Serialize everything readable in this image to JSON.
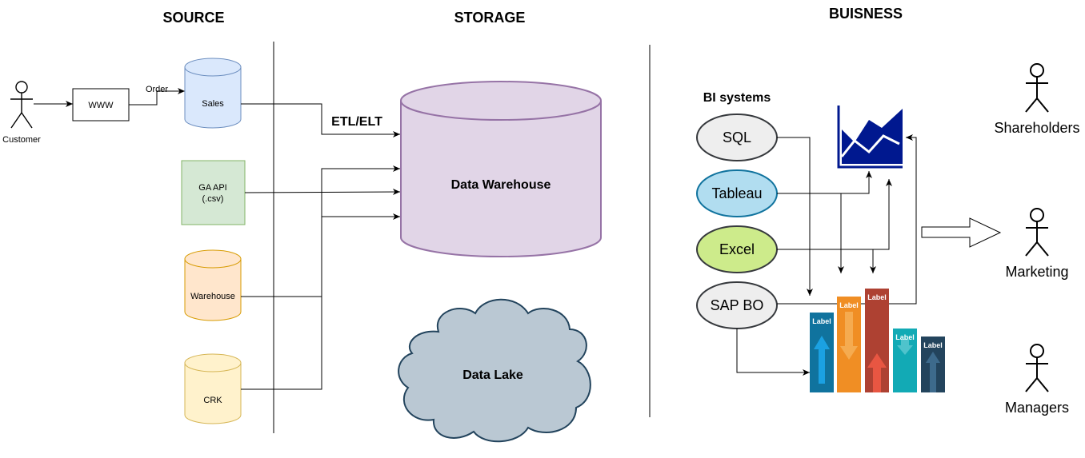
{
  "sections": {
    "source": "SOURCE",
    "storage": "STORAGE",
    "business": "BUISNESS"
  },
  "source": {
    "customer": "Customer",
    "www": "WWW",
    "order": "Order",
    "sales": "Sales",
    "ga_api_line1": "GA API",
    "ga_api_line2": "(.csv)",
    "warehouse": "Warehouse",
    "crk": "CRK"
  },
  "storage": {
    "etl": "ETL/ELT",
    "data_warehouse": "Data Warehouse",
    "data_lake": "Data Lake"
  },
  "business": {
    "bi_systems": "BI systems",
    "tools": [
      "SQL",
      "Tableau",
      "Excel",
      "SAP BO"
    ],
    "bar_label": "Label",
    "actors": [
      "Shareholders",
      "Marketing",
      "Managers"
    ]
  },
  "colors": {
    "sales_fill": "#dae8fc",
    "sales_stroke": "#6c8ebf",
    "ga_fill": "#d5e8d4",
    "ga_stroke": "#82b366",
    "warehouse_fill": "#ffe6cc",
    "warehouse_stroke": "#d79b00",
    "crk_fill": "#fff2cc",
    "crk_stroke": "#d6b656",
    "dw_fill": "#e1d5e7",
    "dw_stroke": "#9673a6",
    "lake_fill": "#bac8d3",
    "lake_stroke": "#23445d",
    "tableau_fill": "#b1ddf0",
    "tableau_stroke": "#10739e",
    "excel_fill": "#cdeb8b",
    "excel_stroke": "#36393d",
    "gray_fill": "#eeeeee",
    "chart_navy": "#00188f",
    "bar_colors": [
      "#10739e",
      "#f08e24",
      "#ae4132",
      "#12aab5",
      "#23445d"
    ]
  }
}
